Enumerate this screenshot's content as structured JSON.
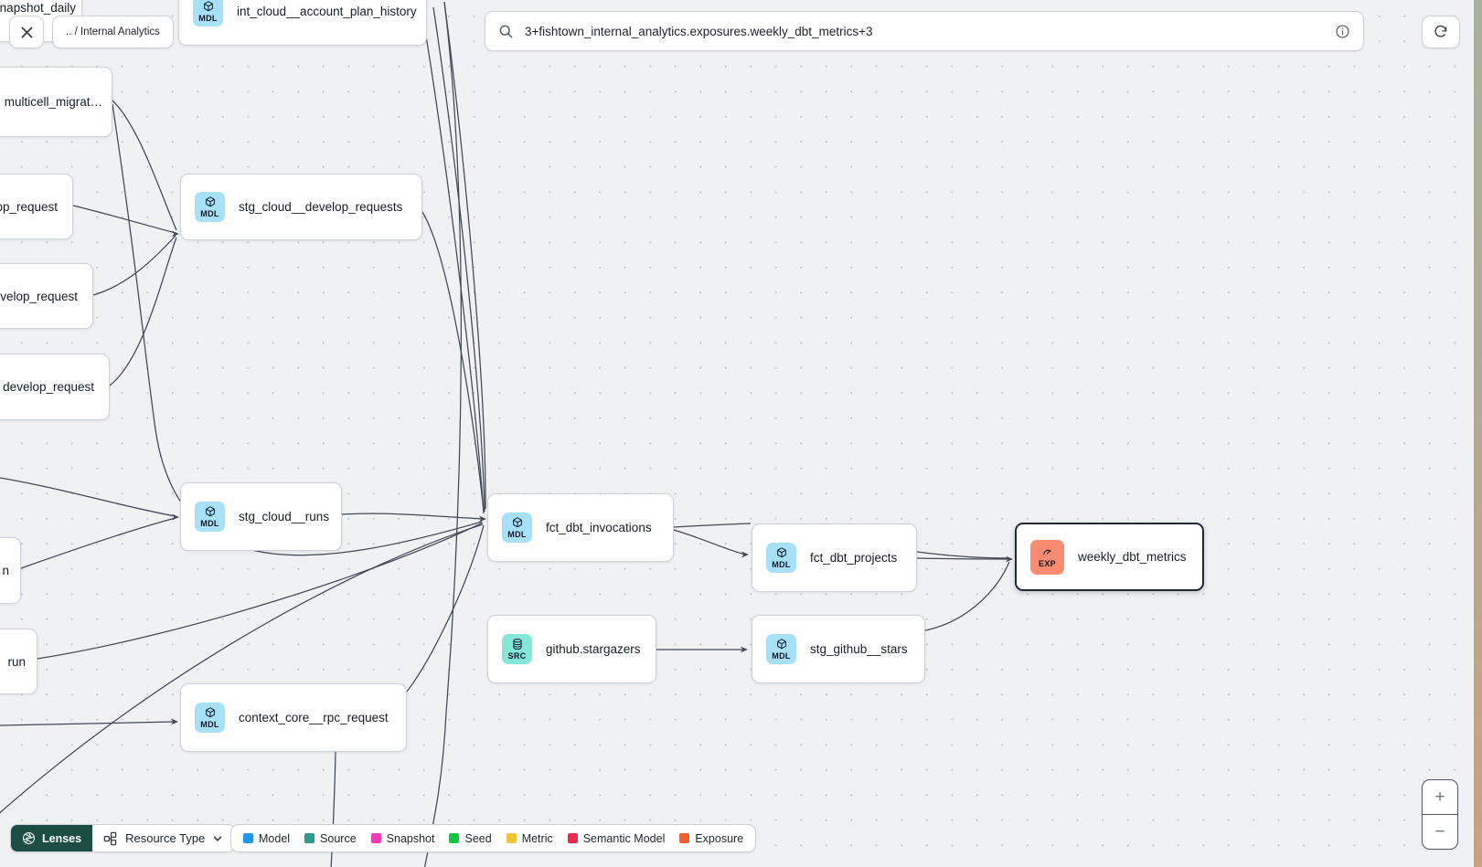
{
  "toolbar": {
    "breadcrumb": ".. / Internal Analytics",
    "search_value": "3+fishtown_internal_analytics.exposures.weekly_dbt_metrics+3"
  },
  "nodes": {
    "snapshot_daily": {
      "label": "snapshot_daily"
    },
    "int_cloud_account_plan_history": {
      "label": "int_cloud__account_plan_history",
      "badge": "MDL"
    },
    "multicell_migrat": {
      "label": "multicell_migrat…"
    },
    "op_request": {
      "label": "op_request"
    },
    "velop_request": {
      "label": "velop_request"
    },
    "develop_request": {
      "label": "develop_request"
    },
    "n_partial": {
      "label": "n"
    },
    "run_partial": {
      "label": "run"
    },
    "stg_cloud_develop_requests": {
      "label": "stg_cloud__develop_requests",
      "badge": "MDL"
    },
    "stg_cloud_runs": {
      "label": "stg_cloud__runs",
      "badge": "MDL"
    },
    "context_core_rpc_request": {
      "label": "context_core__rpc_request",
      "badge": "MDL"
    },
    "fct_dbt_invocations": {
      "label": "fct_dbt_invocations",
      "badge": "MDL"
    },
    "github_stargazers": {
      "label": "github.stargazers",
      "badge": "SRC"
    },
    "fct_dbt_projects": {
      "label": "fct_dbt_projects",
      "badge": "MDL"
    },
    "stg_github_stars": {
      "label": "stg_github__stars",
      "badge": "MDL"
    },
    "weekly_dbt_metrics": {
      "label": "weekly_dbt_metrics",
      "badge": "EXP"
    }
  },
  "bottom_bar": {
    "lenses_label": "Lenses",
    "resource_type_label": "Resource Type"
  },
  "legend": {
    "items": [
      {
        "label": "Model",
        "color": "#1f96e8"
      },
      {
        "label": "Source",
        "color": "#2e9a8c"
      },
      {
        "label": "Snapshot",
        "color": "#ee3cb5"
      },
      {
        "label": "Seed",
        "color": "#11c73d"
      },
      {
        "label": "Metric",
        "color": "#eec33a"
      },
      {
        "label": "Semantic Model",
        "color": "#ee2950"
      },
      {
        "label": "Exposure",
        "color": "#f25c2b"
      }
    ]
  },
  "zoom_controls": {
    "zoom_in": "+",
    "zoom_out": "−"
  },
  "colors": {
    "model_badge": "#a7e1f8",
    "source_badge": "#85e7d7",
    "exposure_badge": "#f98b70",
    "lenses_button": "#1d4e46",
    "selected_border": "#202835",
    "edge": "#414854"
  }
}
